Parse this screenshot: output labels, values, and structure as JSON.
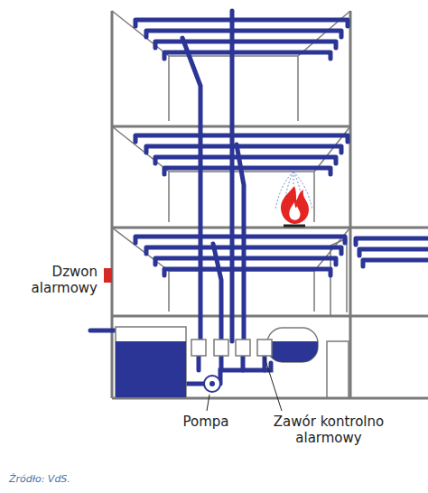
{
  "diagram": {
    "labels": [
      "Dzwon alarmowy",
      "Pompa",
      "Zawór kontrolno alarmowy",
      "Źródło: VdS."
    ]
  }
}
